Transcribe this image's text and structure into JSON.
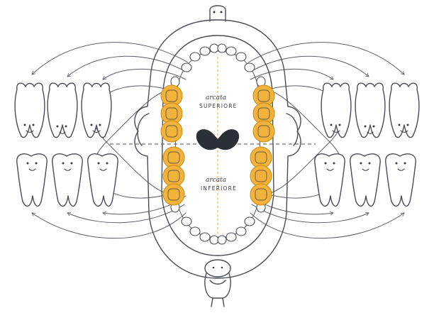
{
  "labels": {
    "upper_title": "arcata",
    "upper_sub": "SUPERIORE",
    "lower_title": "arcata",
    "lower_sub": "INFERIORE"
  },
  "colors": {
    "ink": "#4a4d55",
    "molar_fill": "#f2b33d",
    "divider": "#e8a43a",
    "tongue": "#2b2f36"
  },
  "icons": [
    "upper-molar-icon",
    "lower-molar-icon",
    "arrow-icon",
    "character-icon"
  ]
}
